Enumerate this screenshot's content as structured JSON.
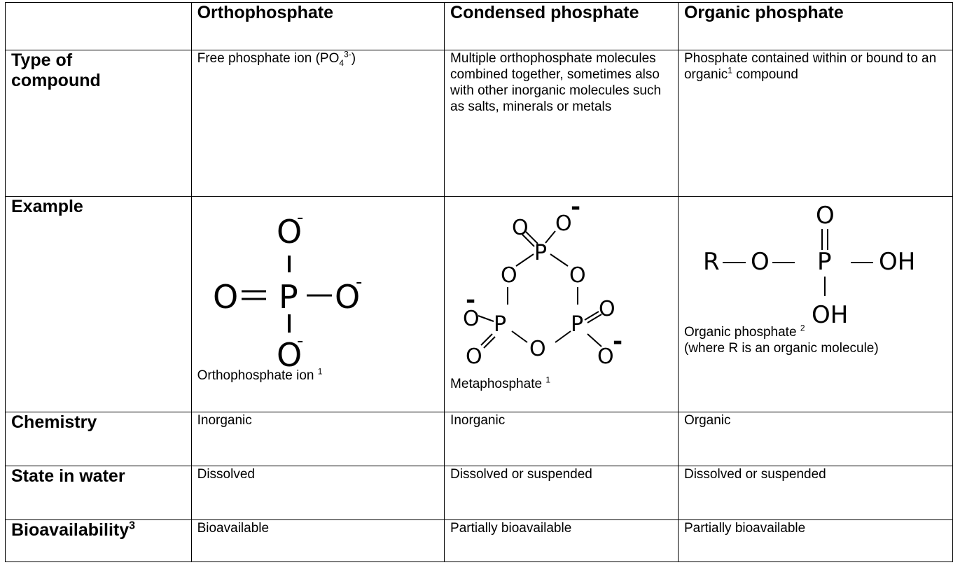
{
  "headers": {
    "blank": "",
    "ortho": "Orthophosphate",
    "condensed": "Condensed phosphate",
    "organic": "Organic phosphate"
  },
  "rows": {
    "type": {
      "label": "Type of compound",
      "ortho_prefix": "Free phosphate ion (PO",
      "ortho_sub": "4",
      "ortho_sup": "3-",
      "ortho_suffix": ")",
      "condensed": "Multiple orthophosphate molecules combined together, sometimes also with other inorganic molecules such as salts, minerals or metals",
      "organic_a": "Phosphate contained within or bound to an organic",
      "organic_sup": "1",
      "organic_b": " compound"
    },
    "example": {
      "label": "Example",
      "ortho_caption": "Orthophosphate ion",
      "ortho_ref": "1",
      "condensed_caption": "Metaphosphate",
      "condensed_ref": "1",
      "organic_caption": "Organic phosphate",
      "organic_ref": "2",
      "organic_note": "(where R is an organic molecule)"
    },
    "chemistry": {
      "label": "Chemistry",
      "ortho": "Inorganic",
      "condensed": "Inorganic",
      "organic": "Organic"
    },
    "state": {
      "label": "State in water",
      "ortho": "Dissolved",
      "condensed": "Dissolved or suspended",
      "organic": "Dissolved or suspended"
    },
    "bio": {
      "label": "Bioavailability",
      "label_sup": "3",
      "ortho": "Bioavailable",
      "condensed": "Partially bioavailable",
      "organic": "Partially bioavailable"
    }
  },
  "structures": {
    "atom_o": "O",
    "atom_p": "P",
    "charge": "-",
    "organic_r": "R",
    "organic_oh": "OH"
  }
}
